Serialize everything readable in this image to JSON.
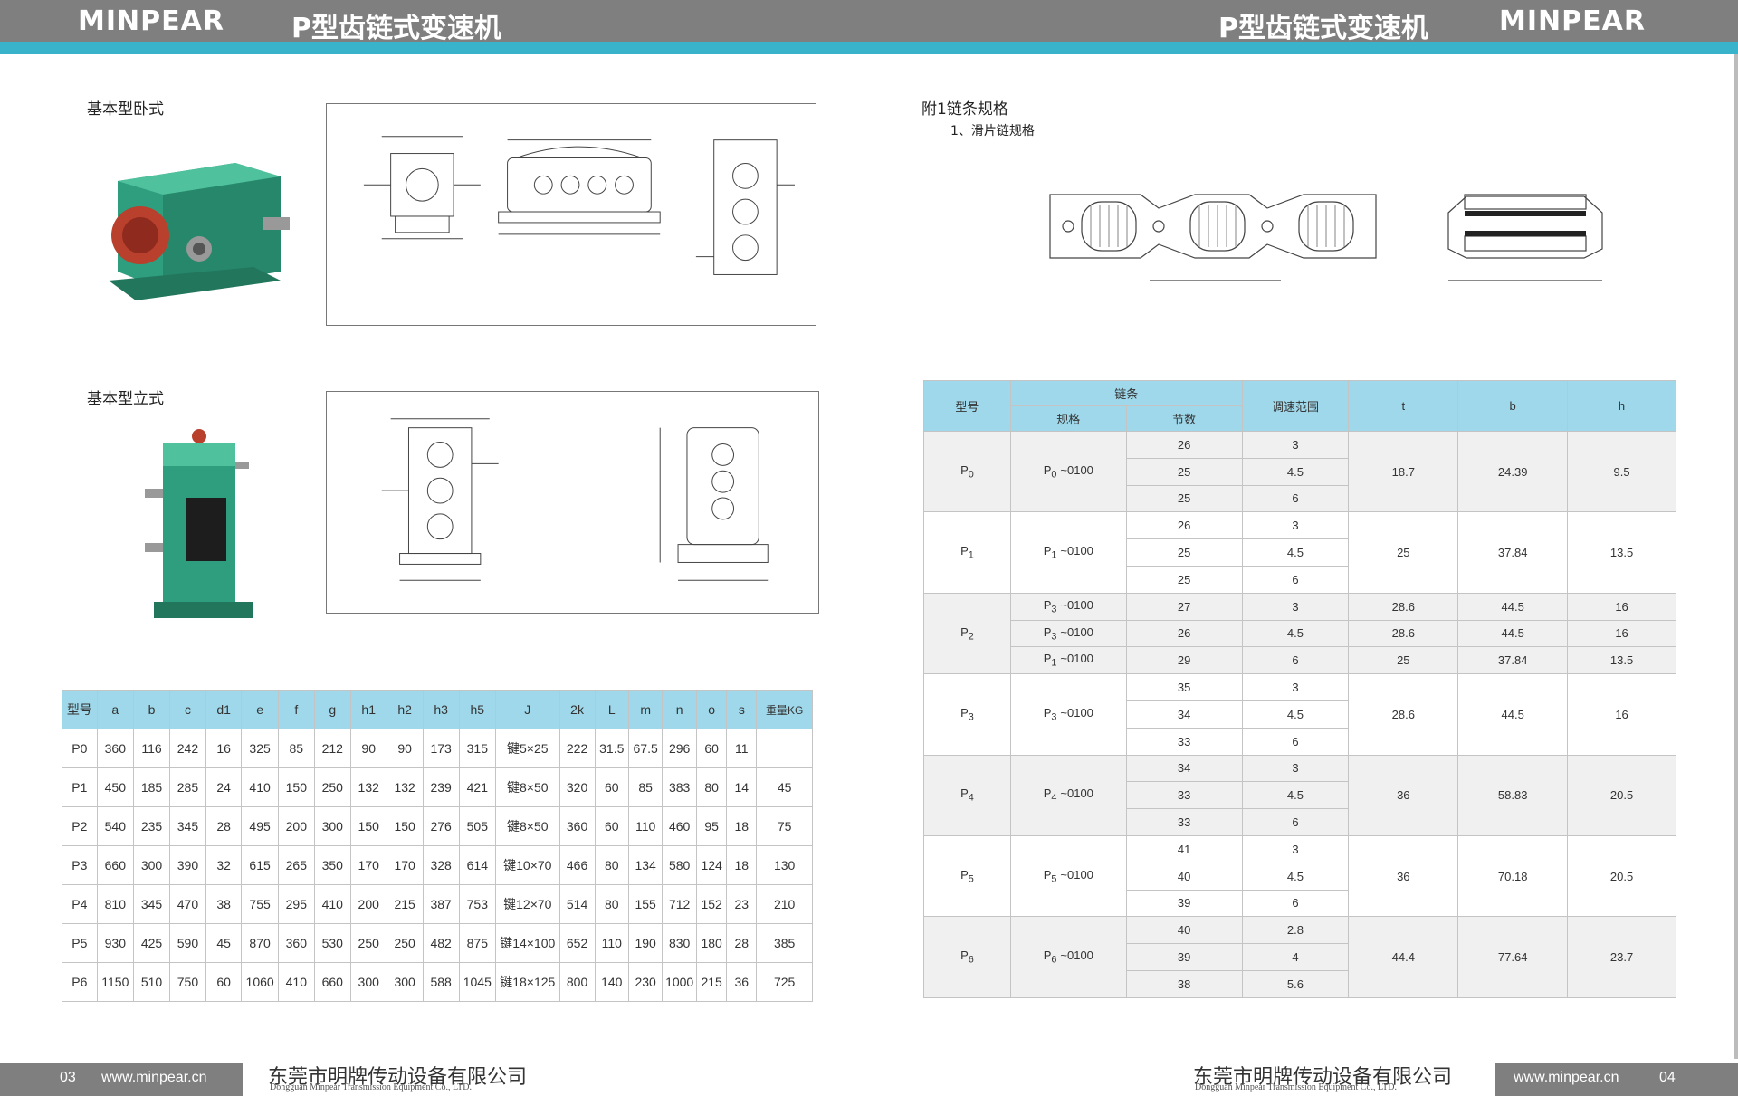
{
  "header": {
    "brand": "MINPEAR",
    "title": "P型齿链式变速机"
  },
  "left": {
    "sec1": "基本型卧式",
    "sec2": "基本型立式",
    "dims": {
      "headers": [
        "型号",
        "a",
        "b",
        "c",
        "d1",
        "e",
        "f",
        "g",
        "h1",
        "h2",
        "h3",
        "h5",
        "J",
        "2k",
        "L",
        "m",
        "n",
        "o",
        "s",
        "重量KG"
      ],
      "rows": [
        [
          "P0",
          "360",
          "116",
          "242",
          "16",
          "325",
          "85",
          "212",
          "90",
          "90",
          "173",
          "315",
          "键5×25",
          "222",
          "31.5",
          "67.5",
          "296",
          "60",
          "11",
          ""
        ],
        [
          "P1",
          "450",
          "185",
          "285",
          "24",
          "410",
          "150",
          "250",
          "132",
          "132",
          "239",
          "421",
          "键8×50",
          "320",
          "60",
          "85",
          "383",
          "80",
          "14",
          "45"
        ],
        [
          "P2",
          "540",
          "235",
          "345",
          "28",
          "495",
          "200",
          "300",
          "150",
          "150",
          "276",
          "505",
          "键8×50",
          "360",
          "60",
          "110",
          "460",
          "95",
          "18",
          "75"
        ],
        [
          "P3",
          "660",
          "300",
          "390",
          "32",
          "615",
          "265",
          "350",
          "170",
          "170",
          "328",
          "614",
          "键10×70",
          "466",
          "80",
          "134",
          "580",
          "124",
          "18",
          "130"
        ],
        [
          "P4",
          "810",
          "345",
          "470",
          "38",
          "755",
          "295",
          "410",
          "200",
          "215",
          "387",
          "753",
          "键12×70",
          "514",
          "80",
          "155",
          "712",
          "152",
          "23",
          "210"
        ],
        [
          "P5",
          "930",
          "425",
          "590",
          "45",
          "870",
          "360",
          "530",
          "250",
          "250",
          "482",
          "875",
          "键14×100",
          "652",
          "110",
          "190",
          "830",
          "180",
          "28",
          "385"
        ],
        [
          "P6",
          "1150",
          "510",
          "750",
          "60",
          "1060",
          "410",
          "660",
          "300",
          "300",
          "588",
          "1045",
          "键18×125",
          "800",
          "140",
          "230",
          "1000",
          "215",
          "36",
          "725"
        ]
      ]
    }
  },
  "right": {
    "sec1": "附1链条规格",
    "sub1": "1、滑片链规格",
    "chain": {
      "h_model": "型号",
      "h_chain": "链条",
      "h_spec": "规格",
      "h_links": "节数",
      "h_range": "调速范围",
      "h_t": "t",
      "h_b": "b",
      "h_h": "h",
      "groups": [
        {
          "m": "P",
          "ms": "0",
          "spec": [
            [
              "P",
              "0",
              "~0100"
            ]
          ],
          "links": [
            "26",
            "25",
            "25"
          ],
          "range": [
            "3",
            "4.5",
            "6"
          ],
          "t": [
            "18.7"
          ],
          "b": [
            "24.39"
          ],
          "h": [
            "9.5"
          ]
        },
        {
          "m": "P",
          "ms": "1",
          "spec": [
            [
              "P",
              "1",
              "~0100"
            ]
          ],
          "links": [
            "26",
            "25",
            "25"
          ],
          "range": [
            "3",
            "4.5",
            "6"
          ],
          "t": [
            "25"
          ],
          "b": [
            "37.84"
          ],
          "h": [
            "13.5"
          ]
        },
        {
          "m": "P",
          "ms": "2",
          "spec": [
            [
              "P",
              "3",
              "~0100"
            ],
            [
              "P",
              "3",
              "~0100"
            ],
            [
              "P",
              "1",
              "~0100"
            ]
          ],
          "links": [
            "27",
            "26",
            "29"
          ],
          "range": [
            "3",
            "4.5",
            "6"
          ],
          "t": [
            "28.6",
            "28.6",
            "25"
          ],
          "b": [
            "44.5",
            "44.5",
            "37.84"
          ],
          "h": [
            "16",
            "16",
            "13.5"
          ]
        },
        {
          "m": "P",
          "ms": "3",
          "spec": [
            [
              "P",
              "3",
              "~0100"
            ]
          ],
          "links": [
            "35",
            "34",
            "33"
          ],
          "range": [
            "3",
            "4.5",
            "6"
          ],
          "t": [
            "28.6"
          ],
          "b": [
            "44.5"
          ],
          "h": [
            "16"
          ]
        },
        {
          "m": "P",
          "ms": "4",
          "spec": [
            [
              "P",
              "4",
              "~0100"
            ]
          ],
          "links": [
            "34",
            "33",
            "33"
          ],
          "range": [
            "3",
            "4.5",
            "6"
          ],
          "t": [
            "36"
          ],
          "b": [
            "58.83"
          ],
          "h": [
            "20.5"
          ]
        },
        {
          "m": "P",
          "ms": "5",
          "spec": [
            [
              "P",
              "5",
              "~0100"
            ]
          ],
          "links": [
            "41",
            "40",
            "39"
          ],
          "range": [
            "3",
            "4.5",
            "6"
          ],
          "t": [
            "36"
          ],
          "b": [
            "70.18"
          ],
          "h": [
            "20.5"
          ]
        },
        {
          "m": "P",
          "ms": "6",
          "spec": [
            [
              "P",
              "6",
              "~0100"
            ]
          ],
          "links": [
            "40",
            "39",
            "38"
          ],
          "range": [
            "2.8",
            "4",
            "5.6"
          ],
          "t": [
            "44.4"
          ],
          "b": [
            "77.64"
          ],
          "h": [
            "23.7"
          ]
        }
      ]
    }
  },
  "footer": {
    "page_left": "03",
    "page_right": "04",
    "url": "www.minpear.cn",
    "company_cn": "东莞市明牌传动设备有限公司",
    "company_en": "Dongguan Minpear Transmission Equipment Co., LTD."
  },
  "colors": {
    "header_gray": "#7f7f7f",
    "accent_cyan": "#39b3cc",
    "table_header": "#9fd8ea"
  }
}
